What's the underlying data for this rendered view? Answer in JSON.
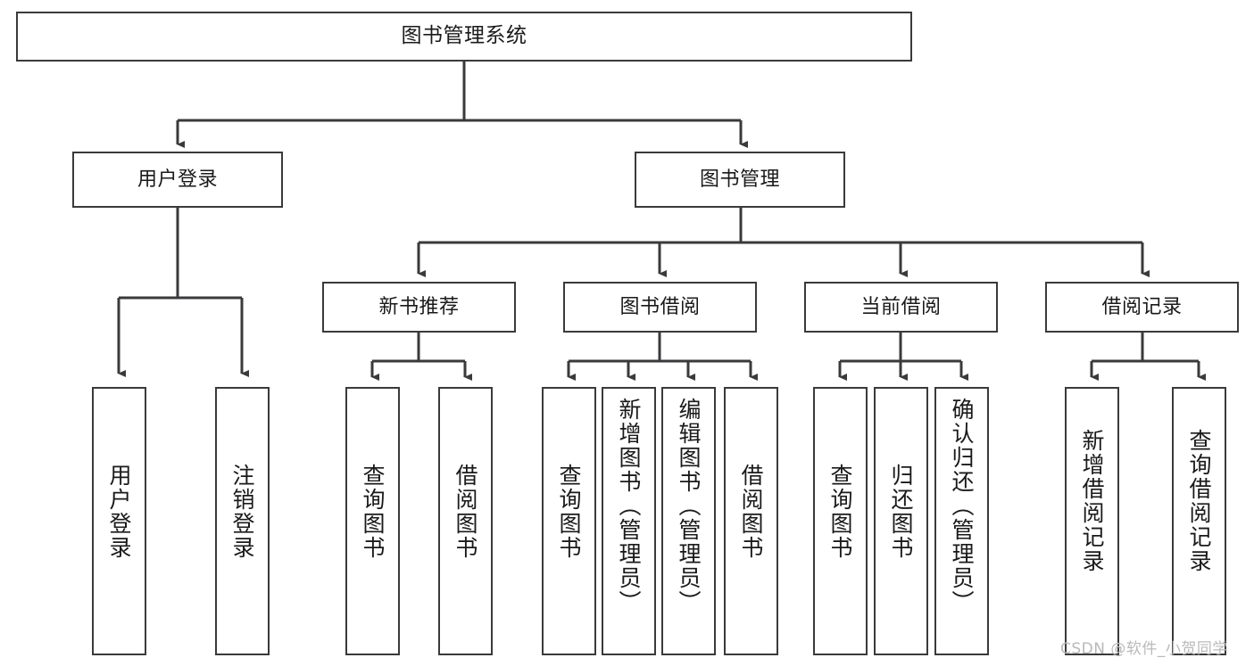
{
  "diagram": {
    "title": "图书管理系统",
    "type": "tree-hierarchy-chart",
    "line_color": "#3a3a3c",
    "box_fill": "#ffffff",
    "background": "#ffffff",
    "nodes": {
      "root": {
        "label": "图书管理系统"
      },
      "level2": [
        {
          "id": "user-login",
          "label": "用户登录"
        },
        {
          "id": "book-management",
          "label": "图书管理"
        }
      ],
      "level3": [
        {
          "id": "new-book-recommend",
          "label": "新书推荐"
        },
        {
          "id": "book-borrow",
          "label": "图书借阅"
        },
        {
          "id": "current-borrow",
          "label": "当前借阅"
        },
        {
          "id": "borrow-record",
          "label": "借阅记录"
        }
      ],
      "leaves": {
        "user_login": [
          {
            "id": "leaf-user-login",
            "label": "用户登录"
          },
          {
            "id": "leaf-logout",
            "label": "注销登录"
          }
        ],
        "new_book_recommend": [
          {
            "id": "leaf-query-book-1",
            "label": "查询图书"
          },
          {
            "id": "leaf-borrow-book-1",
            "label": "借阅图书"
          }
        ],
        "book_borrow": [
          {
            "id": "leaf-query-book-2",
            "label": "查询图书"
          },
          {
            "id": "leaf-add-book",
            "label": "新增图书（管理员）"
          },
          {
            "id": "leaf-edit-book",
            "label": "编辑图书（管理员）"
          },
          {
            "id": "leaf-borrow-book-2",
            "label": "借阅图书"
          }
        ],
        "current_borrow": [
          {
            "id": "leaf-query-book-3",
            "label": "查询图书"
          },
          {
            "id": "leaf-return-book",
            "label": "归还图书"
          },
          {
            "id": "leaf-confirm-return",
            "label": "确认归还（管理员）"
          }
        ],
        "borrow_record": [
          {
            "id": "leaf-add-record",
            "label": "新增借阅记录"
          },
          {
            "id": "leaf-query-record",
            "label": "查询借阅记录"
          }
        ]
      }
    }
  },
  "watermark": {
    "text": "CSDN @软件_小贺同学"
  }
}
